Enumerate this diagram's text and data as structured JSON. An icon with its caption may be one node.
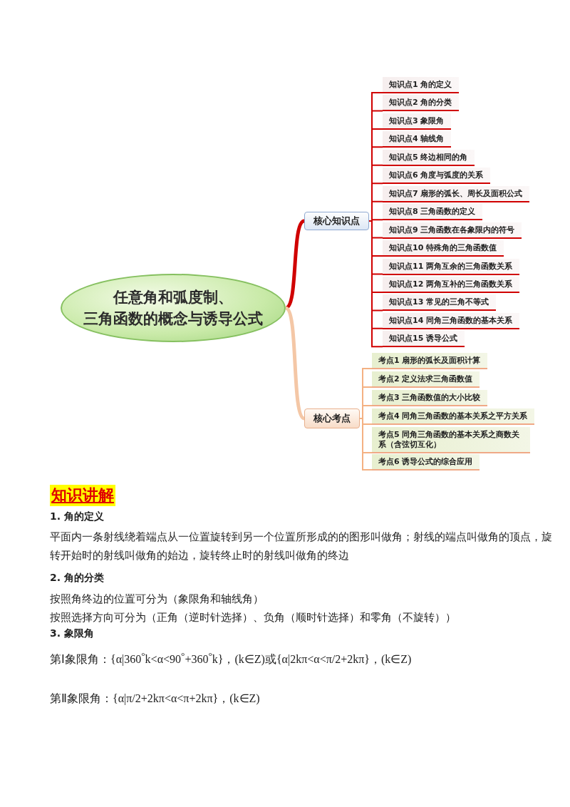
{
  "diagram": {
    "nodes": [
      {
        "text": [
          "任意角和弧度制、三角函数的概念与诱导公式"
        ]
      },
      {
        "text": [
          "核心知识点"
        ]
      },
      {
        "text": [
          "知识点1 角的定义"
        ]
      },
      {
        "text": [
          "知识点2 角的分类"
        ]
      },
      {
        "text": [
          "知识点3 象限角"
        ]
      },
      {
        "text": [
          "知识点4 轴线角"
        ]
      },
      {
        "text": [
          "知识点5 终边相同的角"
        ]
      },
      {
        "text": [
          "知识点6 角度与弧度的关系"
        ]
      },
      {
        "text": [
          "知识点7 扇形的弧长、周长及面积公式"
        ]
      },
      {
        "text": [
          "知识点8 三角函数的定义"
        ]
      },
      {
        "text": [
          "知识点9 三角函数在各象限内的符号"
        ]
      },
      {
        "text": [
          "知识点10 特殊角的三角函数值"
        ]
      },
      {
        "text": [
          "知识点11 两角互余的三角函数关系"
        ]
      },
      {
        "text": [
          "知识点12 两角互补的三角函数关系"
        ]
      },
      {
        "text": [
          "知识点13 常见的三角不等式"
        ]
      },
      {
        "text": [
          "知识点14 同角三角函数的基本关系"
        ]
      },
      {
        "text": [
          "知识点15 诱导公式"
        ]
      },
      {
        "text": [
          "核心考点"
        ]
      },
      {
        "text": [
          "考点1 扇形的弧长及面积计算"
        ]
      },
      {
        "text": [
          "考点2 定义法求三角函数值"
        ]
      },
      {
        "text": [
          "考点3 三角函数值的大小比较"
        ]
      },
      {
        "text": [
          "考点4 同角三角函数的基本关系之平方关系"
        ]
      },
      {
        "text": [
          "考点5 同角三角函数的基本关系之商数关系（含弦切互化）"
        ]
      },
      {
        "text": [
          "考点6 诱导公式的综合应用"
        ]
      }
    ],
    "edges": [
      {
        "from": 0,
        "to": 1,
        "arrow": "none",
        "style": "thick"
      },
      {
        "from": 1,
        "to": 2,
        "arrow": "none"
      },
      {
        "from": 1,
        "to": 3,
        "arrow": "none"
      },
      {
        "from": 1,
        "to": 4,
        "arrow": "none"
      },
      {
        "from": 1,
        "to": 5,
        "arrow": "none"
      },
      {
        "from": 1,
        "to": 6,
        "arrow": "none"
      },
      {
        "from": 1,
        "to": 7,
        "arrow": "none"
      },
      {
        "from": 1,
        "to": 8,
        "arrow": "none"
      },
      {
        "from": 1,
        "to": 9,
        "arrow": "none"
      },
      {
        "from": 1,
        "to": 10,
        "arrow": "none"
      },
      {
        "from": 1,
        "to": 11,
        "arrow": "none"
      },
      {
        "from": 1,
        "to": 12,
        "arrow": "none"
      },
      {
        "from": 1,
        "to": 13,
        "arrow": "none"
      },
      {
        "from": 1,
        "to": 14,
        "arrow": "none"
      },
      {
        "from": 1,
        "to": 15,
        "arrow": "none"
      },
      {
        "from": 1,
        "to": 16,
        "arrow": "none"
      },
      {
        "from": 0,
        "to": 17,
        "arrow": "none",
        "style": "thick",
        "color": "#f4c7a6"
      },
      {
        "from": 17,
        "to": 18,
        "arrow": "none",
        "color": "#f4b183"
      },
      {
        "from": 17,
        "to": 19,
        "arrow": "none",
        "color": "#f4b183"
      },
      {
        "from": 17,
        "to": 20,
        "arrow": "none",
        "color": "#f4b183"
      },
      {
        "from": 17,
        "to": 21,
        "arrow": "none",
        "color": "#f4b183"
      },
      {
        "from": 17,
        "to": 22,
        "arrow": "none",
        "color": "#f4b183"
      },
      {
        "from": 17,
        "to": 23,
        "arrow": "none",
        "color": "#f4b183"
      }
    ],
    "labels": [
      "知识讲解",
      "1. 角的定义",
      "平面内一条射线绕着端点从一位置旋转到另一个位置所形成的的图形叫做角；射线的端点叫做角的顶点，旋转开始时的射线叫做角的始边，旋转终止时的射线叫做角的终边",
      "2. 角的分类",
      "按照角终边的位置可分为（象限角和轴线角）",
      "按照选择方向可分为（正角（逆时针选择）、负角（顺时针选择）和零角（不旋转））",
      "3. 象限角",
      "第Ⅰ象限角：{α|360$^{°}$k<α<90$^{°}$+360$^{°}$k}，(k∈Z)或{α|2kπ<α<π/2+2kπ}，(k∈Z)",
      "第Ⅱ象限角：{α|π/2+2kπ<α<π+2kπ}，(k∈Z)"
    ]
  }
}
